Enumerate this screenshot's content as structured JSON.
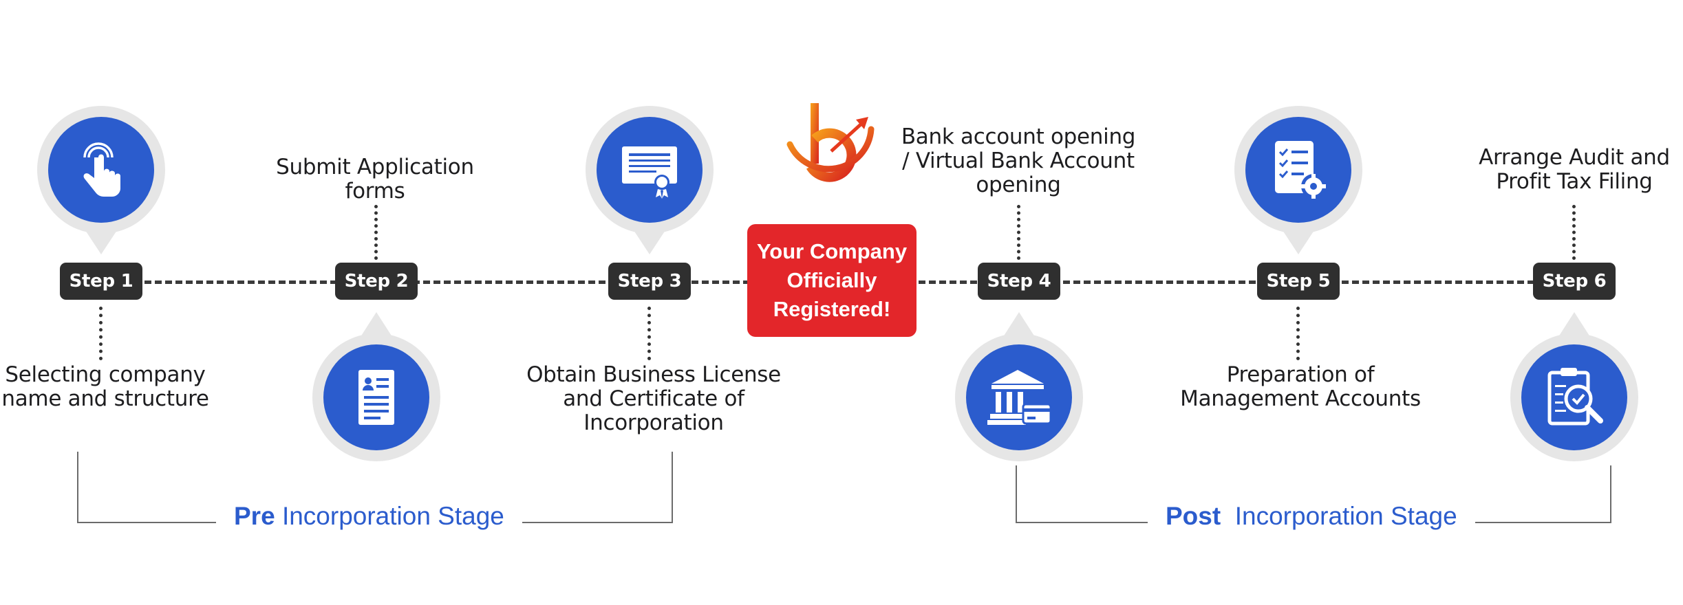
{
  "steps": [
    {
      "badge": "Step 1",
      "description": "Selecting company\nname and structure",
      "icon": "hand-touch-icon"
    },
    {
      "badge": "Step 2",
      "description": "Submit Application\nforms",
      "icon": "application-form-icon"
    },
    {
      "badge": "Step 3",
      "description": "Obtain Business License\nand Certificate of\nIncorporation",
      "icon": "certificate-icon"
    },
    {
      "badge": "Step 4",
      "description": "Bank account opening\n/ Virtual Bank Account\nopening",
      "icon": "bank-icon"
    },
    {
      "badge": "Step 5",
      "description": "Preparation of\nManagement Accounts",
      "icon": "checklist-gear-icon"
    },
    {
      "badge": "Step 6",
      "description": "Arrange Audit and\nProfit Tax Filing",
      "icon": "audit-clipboard-icon"
    }
  ],
  "milestone": {
    "text": "Your Company\nOfficially\nRegistered!",
    "icon": "brand-logo-icon"
  },
  "stages": {
    "pre": {
      "bold": "Pre",
      "rest": "Incorporation Stage"
    },
    "post": {
      "bold": "Post",
      "rest": "Incorporation Stage"
    }
  },
  "colors": {
    "accent": "#2b5ccd",
    "badge": "#2f2f2f",
    "milestone": "#e3262a",
    "pin_halo": "#e6e6e6"
  }
}
